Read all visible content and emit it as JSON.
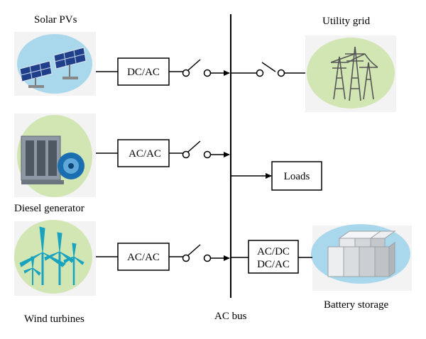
{
  "labels": {
    "solar": "Solar PVs",
    "diesel": "Diesel generator",
    "wind": "Wind turbines",
    "grid": "Utility grid",
    "battery": "Battery storage",
    "bus": "AC bus"
  },
  "converters": {
    "solar": "DC/AC",
    "diesel": "AC/AC",
    "wind": "AC/AC",
    "battery_line1": "AC/DC",
    "battery_line2": "DC/AC"
  },
  "loads": "Loads",
  "icons": {
    "solar": "solar-panel-icon",
    "diesel": "diesel-generator-icon",
    "wind": "wind-turbine-icon",
    "grid": "transmission-tower-icon",
    "battery": "battery-pack-icon"
  },
  "colors": {
    "solar_bg": "#a9d8ec",
    "green_bg": "#d2e6b4",
    "battery_bg": "#a9d8ec",
    "line": "#000000"
  }
}
